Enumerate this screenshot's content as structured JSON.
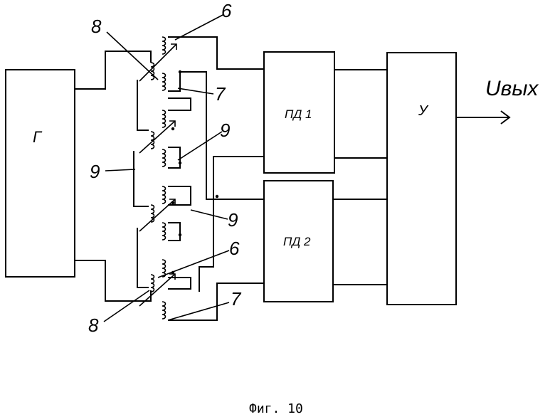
{
  "blocks": {
    "generator": "Г",
    "pd1": "ПД 1",
    "pd2": "ПД 2",
    "amplifier": "У"
  },
  "output_label": "Uвых",
  "callouts": {
    "top_left_8": "8",
    "top_right_6": "6",
    "upper_7": "7",
    "mid_right_9": "9",
    "left_9": "9",
    "lower_right_9": "9",
    "lower_right_6": "6",
    "bottom_left_8": "8",
    "bottom_right_7": "7"
  },
  "caption": "Фиг. 10"
}
